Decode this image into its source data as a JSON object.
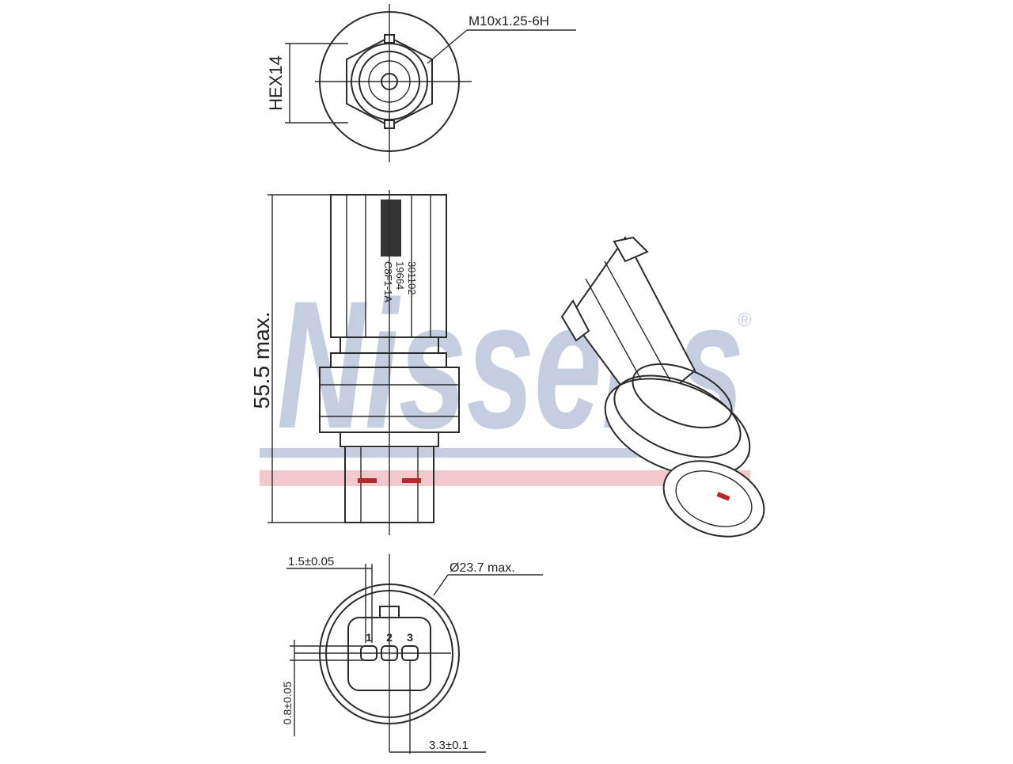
{
  "watermark": {
    "brand": "Nissens",
    "registered": "®",
    "color_blue": "#c5cde0",
    "color_pink": "#f3c9cc"
  },
  "top_view": {
    "thread_label": "M10x1.25-6H",
    "hex_label": "HEX14"
  },
  "side_view": {
    "length_label": "55.5 max.",
    "body_marking": [
      "301102",
      "19664",
      "C8F1-1A"
    ]
  },
  "bottom_view": {
    "diameter_label": "Ø23.7 max.",
    "pin_width_label": "1.5±0.05",
    "pin_thickness_label": "0.8±0.05",
    "pin_pitch_label": "3.3±0.1",
    "pin_numbers": [
      "1",
      "2",
      "3"
    ]
  }
}
